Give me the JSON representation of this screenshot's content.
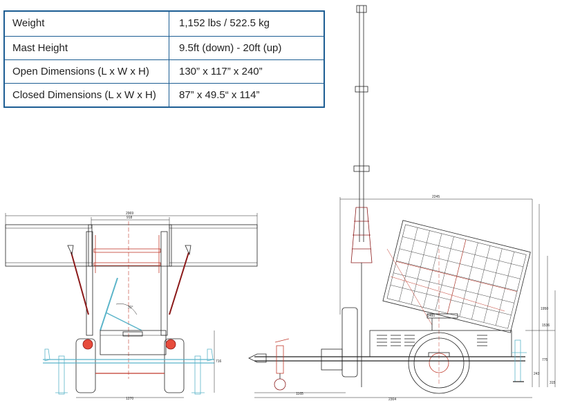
{
  "specs": {
    "rows": [
      {
        "label": "Weight",
        "value": "1,152 lbs / 522.5 kg"
      },
      {
        "label": "Mast Height",
        "value": "9.5ft (down) - 20ft (up)"
      },
      {
        "label": "Open Dimensions (L x W x H)",
        "value": "130” x 117” x 240”"
      },
      {
        "label": "Closed Dimensions (L x W x H)",
        "value": "87” x 49.5“ x 114”"
      }
    ]
  },
  "front_view": {
    "dim_total_width": "2969",
    "dim_inner_width": "918",
    "dim_axle_width": "1270",
    "dim_height": "716",
    "angle_label": "31°"
  },
  "side_view": {
    "dim_top_width": "2245",
    "dim_bottom_length": "2304",
    "dim_tongue_length": "1165",
    "dim_panel_label": "1460",
    "dim_h1": "1950",
    "dim_h2": "1536",
    "dim_h3": "775",
    "dim_h4": "315",
    "dim_h5": "243"
  },
  "colors": {
    "table_border": "#1c5d93",
    "line": "#222222",
    "accent_red": "#c0392b",
    "accent_cyan": "#5ab4c9"
  }
}
